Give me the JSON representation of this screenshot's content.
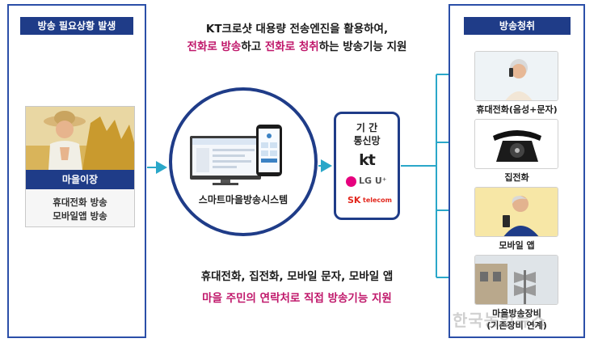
{
  "left_panel": {
    "title": "방송 필요상황 발생",
    "card": {
      "label": "마을이장",
      "line1": "휴대전화 방송",
      "line2": "모바일앱 방송"
    }
  },
  "headline": {
    "line1": "KT크로샷 대용량 전송엔진을 활용하여,",
    "line2_a": "전화로 방송",
    "line2_b": "하고 ",
    "line2_c": "전화로 청취",
    "line2_d": "하는 방송기능 지원"
  },
  "system": {
    "label": "스마트마을방송시스템"
  },
  "carrier_box": {
    "title_line1": "기 간",
    "title_line2": "통신망",
    "kt": "kt",
    "lgu": "LG U⁺",
    "sk": "SK",
    "sk_sub": "telecom"
  },
  "right_panel": {
    "title": "방송청취",
    "items": [
      {
        "label": "휴대전화(음성+문자)"
      },
      {
        "label": "집전화"
      },
      {
        "label": "모바일 앱"
      },
      {
        "label": "마을방송장비",
        "sub": "(기존장비 연계)"
      }
    ]
  },
  "bottom": {
    "line1": "휴대전화, 집전화, 모바일 문자, 모바일 앱",
    "line2": "마을 주민의 연락처로 직접 방송기능 지원"
  },
  "watermark": "한국농업뉴스",
  "colors": {
    "navy": "#1f3c88",
    "frame": "#2b4fa8",
    "accent_pink": "#c0186b",
    "arrow": "#2aa7c9"
  }
}
